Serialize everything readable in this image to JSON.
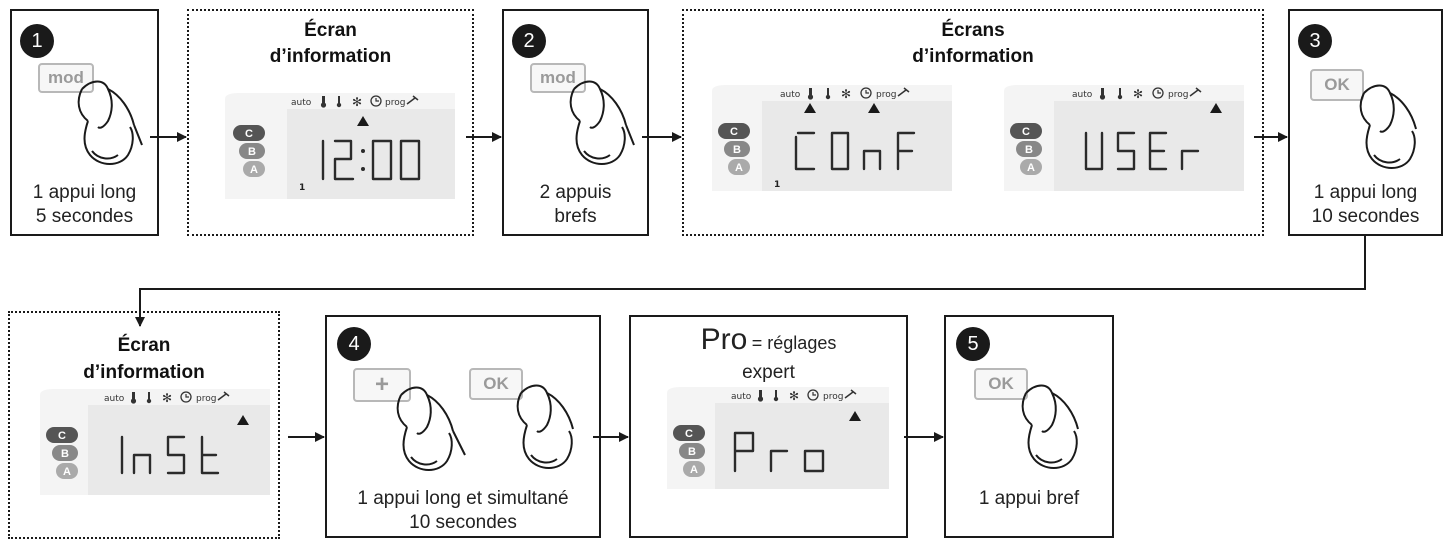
{
  "steps": {
    "s1": {
      "number": "1",
      "key": "mod",
      "caption_line1": "1 appui long",
      "caption_line2": "5 secondes"
    },
    "s2": {
      "number": "2",
      "key": "mod",
      "caption_line1": "2 appuis",
      "caption_line2": "brefs"
    },
    "s3": {
      "number": "3",
      "key": "OK",
      "caption_line1": "1 appui long",
      "caption_line2": "10 secondes"
    },
    "s4": {
      "number": "4",
      "key1": "+",
      "key2": "OK",
      "caption_line1": "1 appui long et simultané",
      "caption_line2": "10 secondes"
    },
    "s5": {
      "number": "5",
      "key": "OK",
      "caption": "1 appui bref"
    }
  },
  "info1": {
    "title_line1": "Écran",
    "title_line2": "d’information",
    "display": "12:00",
    "sub_digit": "1"
  },
  "info2": {
    "title_line1": "Écrans",
    "title_line2": "d’information",
    "display_left": "COnF",
    "display_right": "USEr",
    "sub_digit": "1"
  },
  "info3": {
    "title_line1": "Écran",
    "title_line2": "d’information",
    "display": "InSt"
  },
  "pro": {
    "big": "Pro",
    "eq": "= réglages",
    "line2": "expert",
    "display": "Pro"
  },
  "lcd_icons": {
    "auto": "auto",
    "prog": "prog"
  },
  "modes": [
    "C",
    "B",
    "A"
  ],
  "colors": {
    "ink": "#1a1a1a",
    "lcd_bg": "#e9e9e9",
    "panel_bg": "#f4f4f4",
    "mode_dark": "#555555",
    "mode_mid": "#888888",
    "mode_light": "#aaaaaa",
    "key_border": "#b8b8b8"
  },
  "icons": [
    "thermometer-icon",
    "snowflake-icon",
    "clock-icon",
    "wrench-icon",
    "hand-press-icon",
    "arrow-right-icon",
    "triangle-indicator-icon"
  ]
}
